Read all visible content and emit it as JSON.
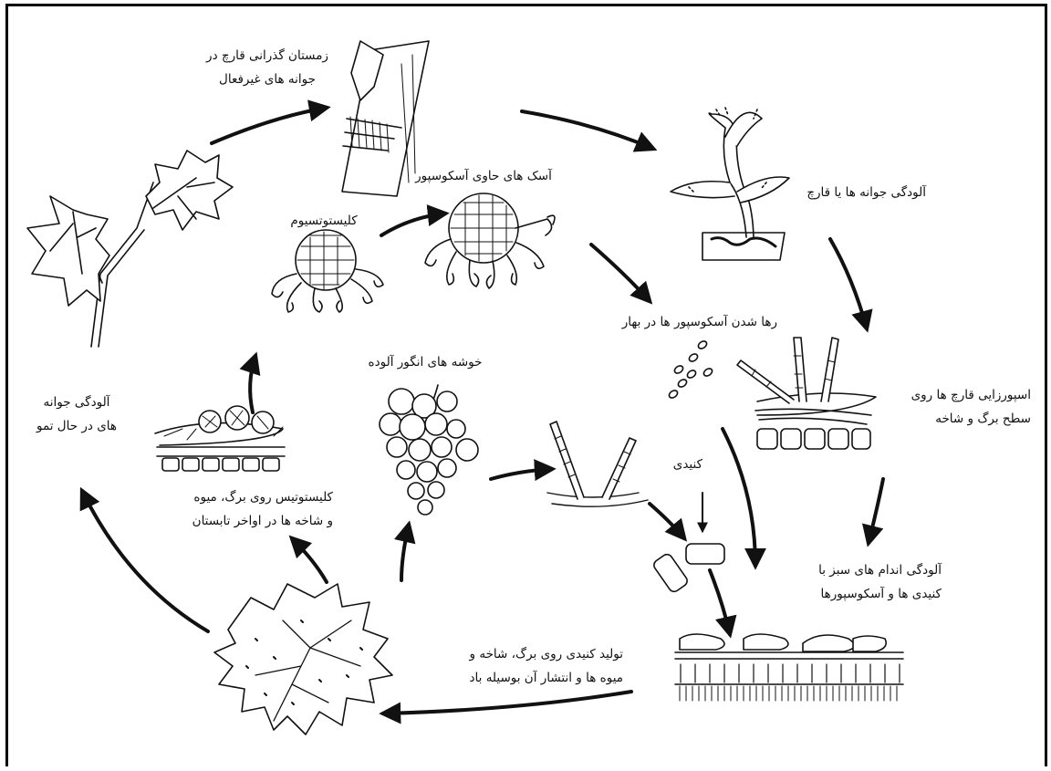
{
  "labels": {
    "overwintering": [
      "زمستان گذرانی قارچ در",
      "جوانه های غیرفعال"
    ],
    "bud_infection": "آلودگی جوانه ها یا قارچ",
    "asci": "آسک های حاوی آسکوسپور",
    "cleistothecium": "کلیستوتسیوم",
    "ascospore_release": "رها شدن آسکوسپور ها در بهار",
    "sporulation": [
      "اسپورزایی قارچ ها روی",
      "سطح برگ و شاخه"
    ],
    "grape_cluster": "خوشه های انگور آلوده",
    "conidia": "کنیدی",
    "bud_infection_growing": [
      "آلودگی جوانه",
      "های در حال تمو"
    ],
    "cleistothecia_late_summer": [
      "کلیستوتیس روی برگ، میوه",
      "و شاخه ها در اواخر تابستان"
    ],
    "green_organs_infection": [
      "آلودگی اندام های سبز با",
      "کنیدی ها و آسکوسپورها"
    ],
    "conidia_production": [
      "تولید کنیدی روی برگ، شاخه و",
      "میوه ها و انتشار آن بوسیله باد"
    ]
  },
  "colors": {
    "ink": "#111111",
    "background": "#ffffff"
  }
}
